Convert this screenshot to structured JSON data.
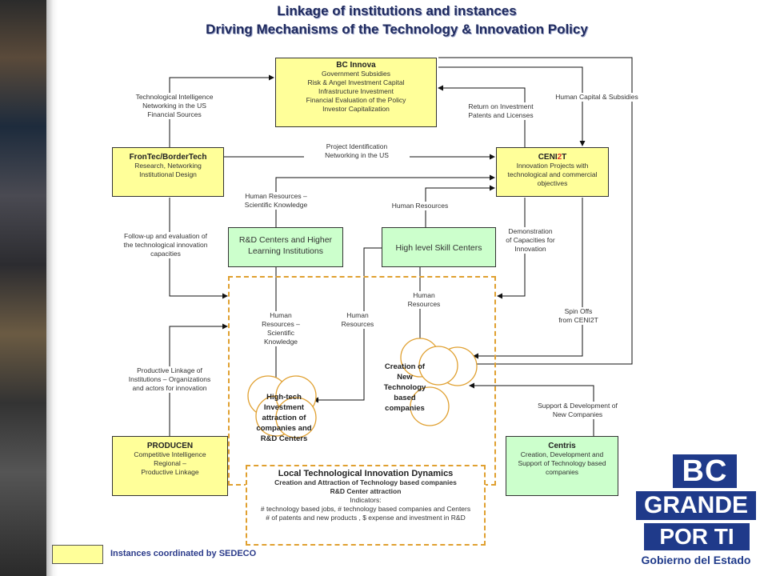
{
  "title": {
    "line1": "Linkage of institutions and instances",
    "line2": "Driving Mechanisms of the Technology & Innovation Policy"
  },
  "colors": {
    "coordinated_box": "#ffff99",
    "other_box": "#ccffcc",
    "dashed_border": "#e0a030",
    "title": "#1f2a5e",
    "logo_blue": "#1f3a8a"
  },
  "boxes": {
    "bc_innova": {
      "title": "BC Innova",
      "lines": [
        "Government Subsidies",
        "Risk & Angel Investment Capital",
        "Infrastructure Investment",
        "Financial Evaluation of the Policy",
        "Investor Capitalization"
      ]
    },
    "frontec": {
      "title": "FronTec/BorderTech",
      "lines": [
        "Research, Networking",
        "Institutional Design"
      ]
    },
    "ceni2t": {
      "title_pre": "CENI",
      "title_mid": "2",
      "title_post": "T",
      "lines": [
        "Innovation Projects with",
        "technological and commercial",
        "objectives"
      ]
    },
    "rd_centers": {
      "title": "R&D Centers and Higher Learning Institutions"
    },
    "skill_centers": {
      "title": "High level Skill Centers"
    },
    "producen": {
      "title": "PRODUCEN",
      "lines": [
        "Competitive Intelligence",
        "Regional –",
        "Productive Linkage"
      ]
    },
    "centris": {
      "title": "Centris",
      "lines": [
        "Creation, Development and",
        "Support of Technology based",
        "companies"
      ]
    }
  },
  "labels": {
    "tech_intel": [
      "Technological Intelligence",
      "Networking in the US",
      "Financial Sources"
    ],
    "return_invest": [
      "Return on Investment",
      "Patents and Licenses"
    ],
    "human_capital": "Human Capital & Subsidies",
    "project_id": [
      "Project Identification",
      "Networking in the US"
    ],
    "hr_sci_top": [
      "Human Resources –",
      "Scientific Knowledge"
    ],
    "hr_top": "Human Resources",
    "follow_up": [
      "Follow-up and evaluation of",
      "the technological innovation",
      "capacities"
    ],
    "demonstration": [
      "Demonstration",
      "of Capacities for",
      "Innovation"
    ],
    "human_resources_center": [
      "Human",
      "Resources"
    ],
    "hr_sci_left": [
      "Human",
      "Resources –",
      "Scientific",
      "Knowledge"
    ],
    "hr_mid": [
      "Human",
      "Resources"
    ],
    "spin_offs": [
      "Spin Offs",
      "from CENI2T"
    ],
    "productive_linkage": [
      "Productive Linkage of",
      "Institutions – Organizations",
      "and actors for innovation"
    ],
    "support_dev": [
      "Support & Development of",
      "New Companies"
    ]
  },
  "circles": {
    "hightech": [
      "High-tech",
      "Investment",
      "attraction of",
      "companies and",
      "R&D Centers"
    ],
    "creation": [
      "Creation of",
      "New",
      "Technology",
      "based",
      "companies"
    ]
  },
  "dynamics": {
    "title": "Local Technological Innovation Dynamics",
    "sub1": "Creation and Attraction of Technology based companies",
    "sub2": "R&D Center attraction",
    "indicators_label": "Indicators:",
    "ind1": "# technology based jobs, # technology based companies and Centers",
    "ind2": "# of patents and new products , $ expense and investment in R&D"
  },
  "legend": {
    "text": "Instances coordinated by SEDECO"
  },
  "logo": {
    "line1": "BC",
    "line2": "GRANDE",
    "line3": "POR TI",
    "line4": "Gobierno del Estado"
  }
}
